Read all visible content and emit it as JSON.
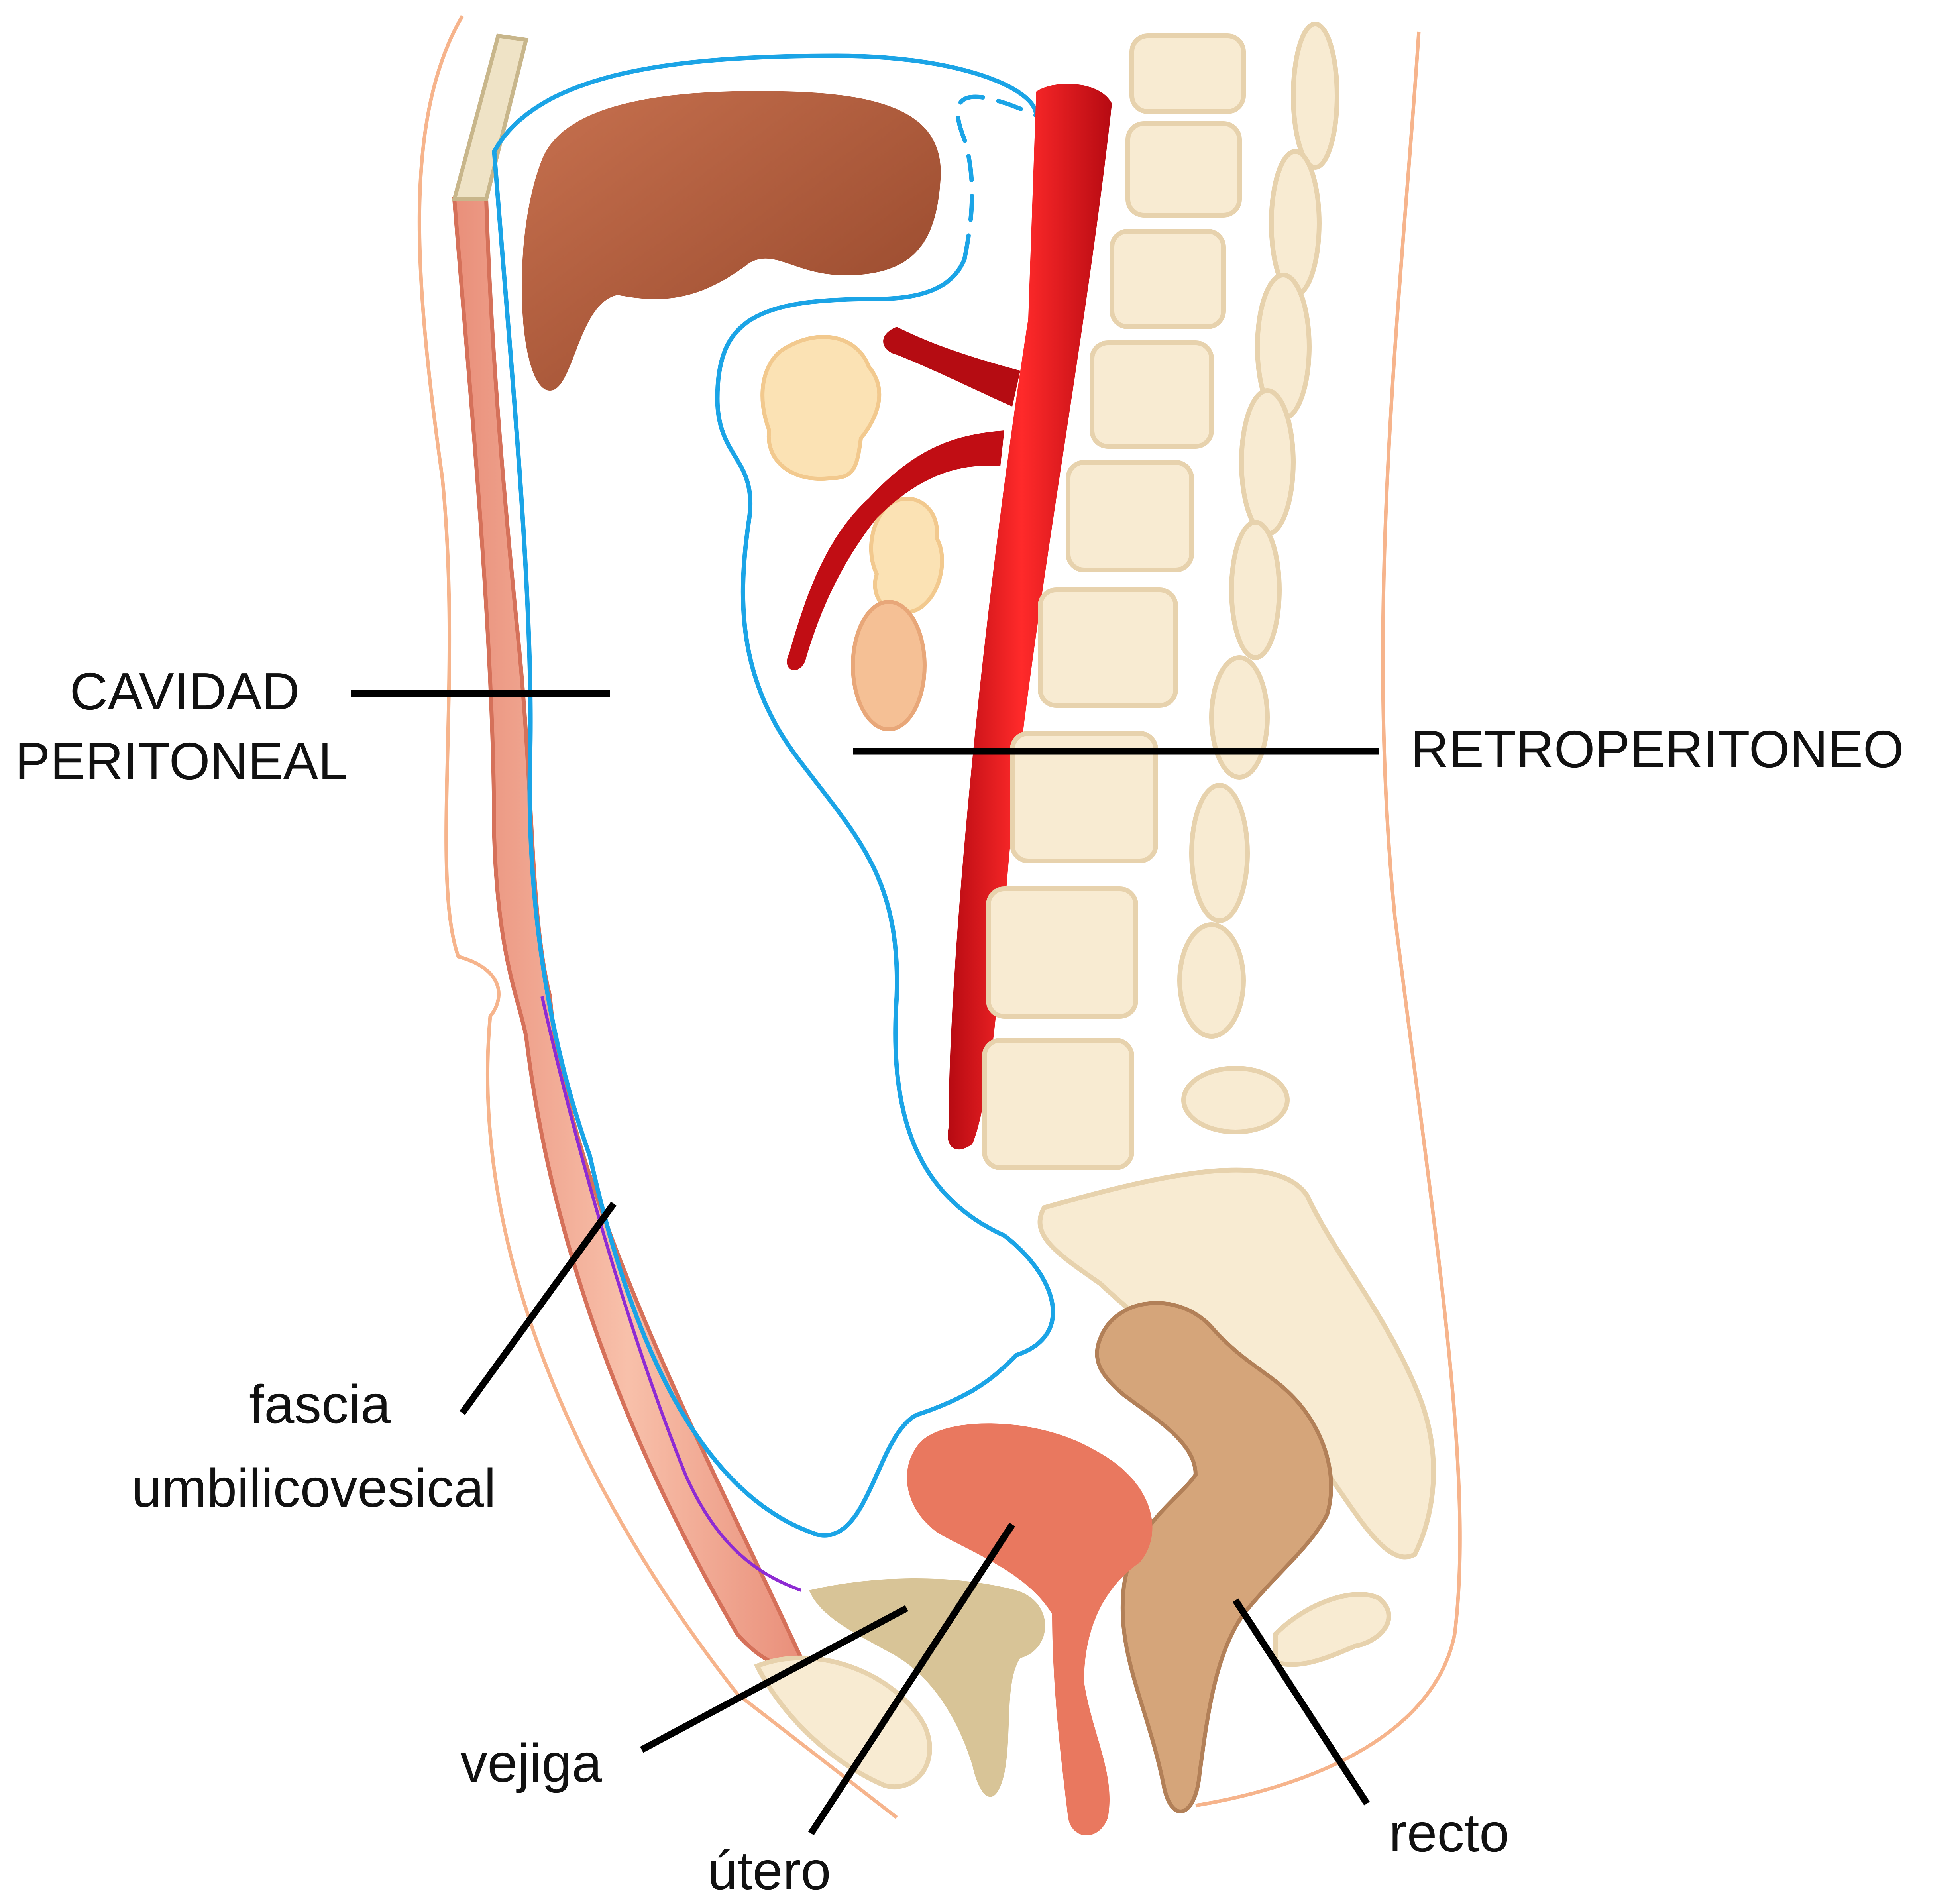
{
  "labels": {
    "cavidad_line1": "CAVIDAD",
    "cavidad_line2": "PERITONEAL",
    "retroperitoneo": "RETROPERITONEO",
    "fascia_line1": "fascia",
    "fascia_line2": "umbilicovesical",
    "vejiga": "vejiga",
    "utero": "útero",
    "recto": "recto"
  },
  "colors": {
    "peritoneum": "#1ba4e6",
    "aorta": "#e4111b",
    "liver": "#a9553a",
    "muscle": "#f2a58e",
    "bone": "#f8ebd2",
    "fascia": "#8e2bd3",
    "uterus": "#e9785f",
    "bladder": "#d8c497",
    "rectum": "#c49a6e"
  }
}
